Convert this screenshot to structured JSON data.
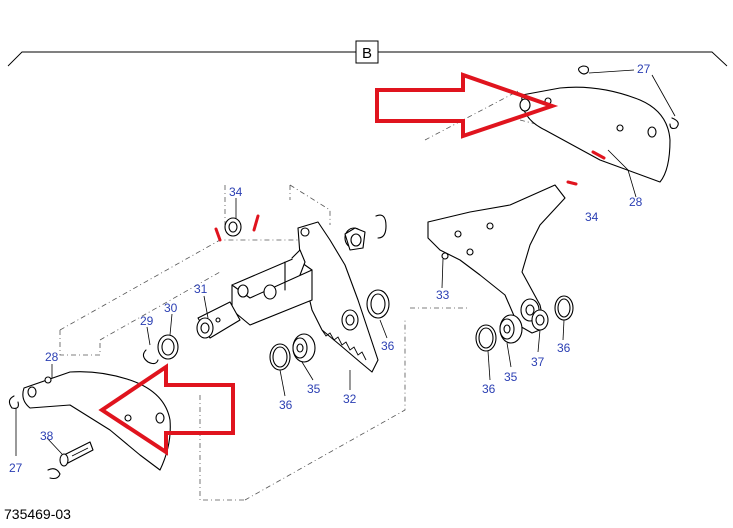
{
  "section_label": "B",
  "figure_number": "735469-03",
  "colors": {
    "callout_text": "#2b3fb3",
    "arrow": "#e0141e",
    "line": "#000000"
  },
  "callouts": {
    "c27_top": "27",
    "c28_right": "28",
    "c34_top": "34",
    "c34_right": "34",
    "c31": "31",
    "c30": "30",
    "c29": "29",
    "c28_left": "28",
    "c38": "38",
    "c27_left": "27",
    "c33": "33",
    "c36_mid": "36",
    "c35_mid": "35",
    "c36_low": "36",
    "c32": "32",
    "c36_right_low": "36",
    "c35_right": "35",
    "c37": "37",
    "c36_right": "36"
  }
}
